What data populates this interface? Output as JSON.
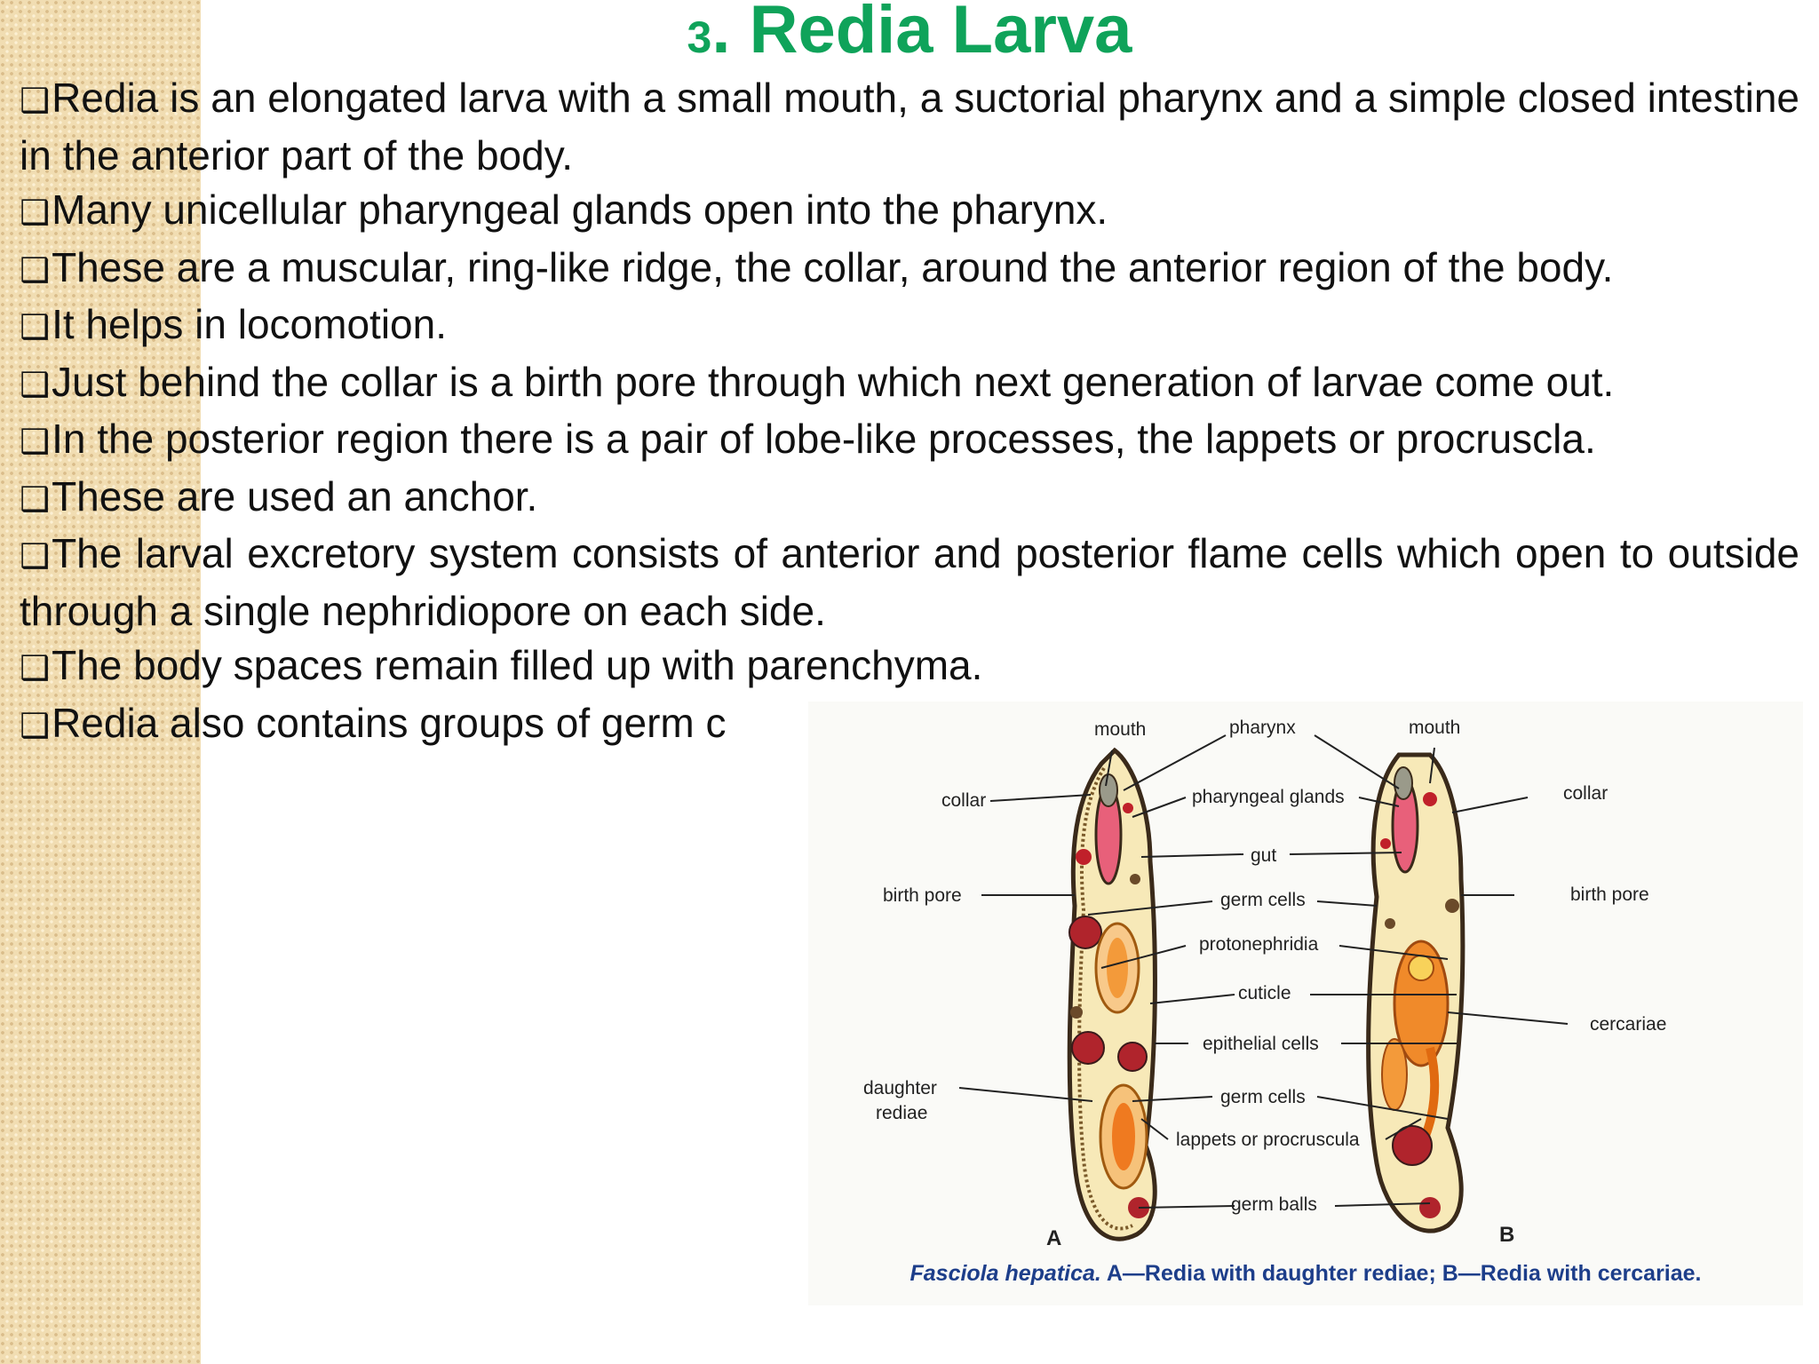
{
  "slide": {
    "title_number": "3",
    "title_text": ". Redia Larva",
    "bullet_glyph": "❑",
    "bullets": [
      "Redia is an elongated larva with a small mouth, a suctorial pharynx and a simple closed intestine in the anterior part of the body.",
      "Many unicellular pharyngeal glands open into the pharynx.",
      "These are a muscular, ring-like ridge, the collar, around the anterior region of the body.",
      "It helps in locomotion.",
      "Just behind the collar is a birth pore through which next generation of larvae come out.",
      "In the posterior region there is a pair of lobe-like processes, the lappets or procruscla.",
      "These are used an anchor.",
      "The larval excretory system consists of anterior and posterior flame cells which open to outside through a single nephridiopore on each side.",
      "The body spaces remain filled up with parenchyma.",
      "Redia also contains groups of germ c"
    ]
  },
  "figure": {
    "labels": {
      "mouth_a": "mouth",
      "pharynx": "pharynx",
      "mouth_b": "mouth",
      "collar_a": "collar",
      "pharyngeal_glands": "pharyngeal glands",
      "collar_b": "collar",
      "gut": "gut",
      "birth_pore_a": "birth pore",
      "germ_cells_1": "germ cells",
      "birth_pore_b": "birth pore",
      "protonephridia": "protonephridia",
      "cuticle": "cuticle",
      "cercariae": "cercariae",
      "epithelial_cells": "epithelial cells",
      "daughter": "daughter",
      "rediae": "rediae",
      "germ_cells_2": "germ cells",
      "lappets": "lappets or procruscula",
      "germ_balls": "germ balls",
      "panel_a": "A",
      "panel_b": "B"
    },
    "caption_genus": "Fasciola hepatica.",
    "caption_rest": " A—Redia with daughter rediae; B—Redia with cercariae."
  },
  "colors": {
    "title": "#0fa35a",
    "caption": "#1d3e8a",
    "strip": "#f1ddb2"
  }
}
